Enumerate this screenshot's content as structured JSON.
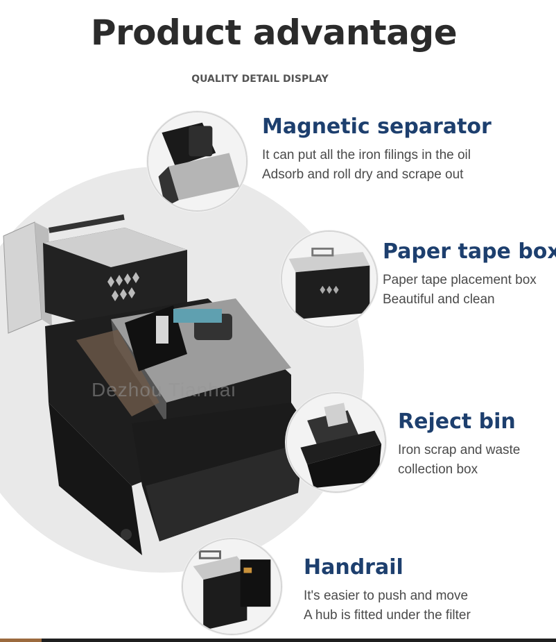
{
  "header": {
    "title": "Product advantage",
    "subtitle": "QUALITY DETAIL DISPLAY"
  },
  "watermark": "Dezhou Tianhai",
  "features": [
    {
      "title": "Magnetic separator",
      "lines": [
        "It can put all the iron filings in the oil",
        "Adsorb and roll dry and scrape out"
      ],
      "icon": "magnetic-separator-photo"
    },
    {
      "title": "Paper tape box",
      "lines": [
        "Paper tape placement box",
        "Beautiful and clean"
      ],
      "icon": "paper-tape-box-photo"
    },
    {
      "title": "Reject bin",
      "lines": [
        "Iron scrap and waste",
        "collection box"
      ],
      "icon": "reject-bin-photo"
    },
    {
      "title": "Handrail",
      "lines": [
        "It's easier to push and move",
        "A hub is fitted under the filter"
      ],
      "icon": "handrail-photo"
    }
  ],
  "colors": {
    "title": "#2b2b2b",
    "feature_heading": "#1d3f6e",
    "body_text": "#4a4a4a",
    "circle_bg": "#e9e9e9"
  }
}
